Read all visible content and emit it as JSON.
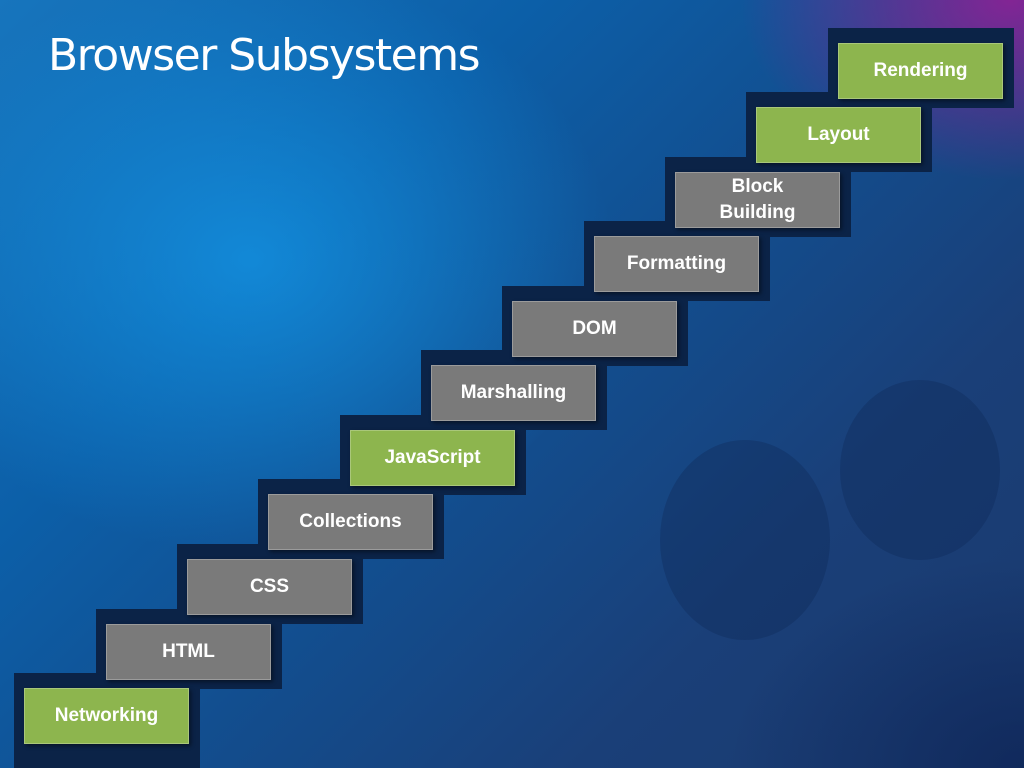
{
  "slide": {
    "title": "Browser Subsystems"
  },
  "colors": {
    "gray_step": "#7a7a7a",
    "green_step": "#8db54e",
    "shadow": "#0b2347"
  },
  "steps": [
    {
      "label": "Networking",
      "color": "green"
    },
    {
      "label": "HTML",
      "color": "gray"
    },
    {
      "label": "CSS",
      "color": "gray"
    },
    {
      "label": "Collections",
      "color": "gray"
    },
    {
      "label": "JavaScript",
      "color": "green"
    },
    {
      "label": "Marshalling",
      "color": "gray"
    },
    {
      "label": "DOM",
      "color": "gray"
    },
    {
      "label": "Formatting",
      "color": "gray"
    },
    {
      "label": "Block Building",
      "color": "gray"
    },
    {
      "label": "Layout",
      "color": "green"
    },
    {
      "label": "Rendering",
      "color": "green"
    }
  ]
}
